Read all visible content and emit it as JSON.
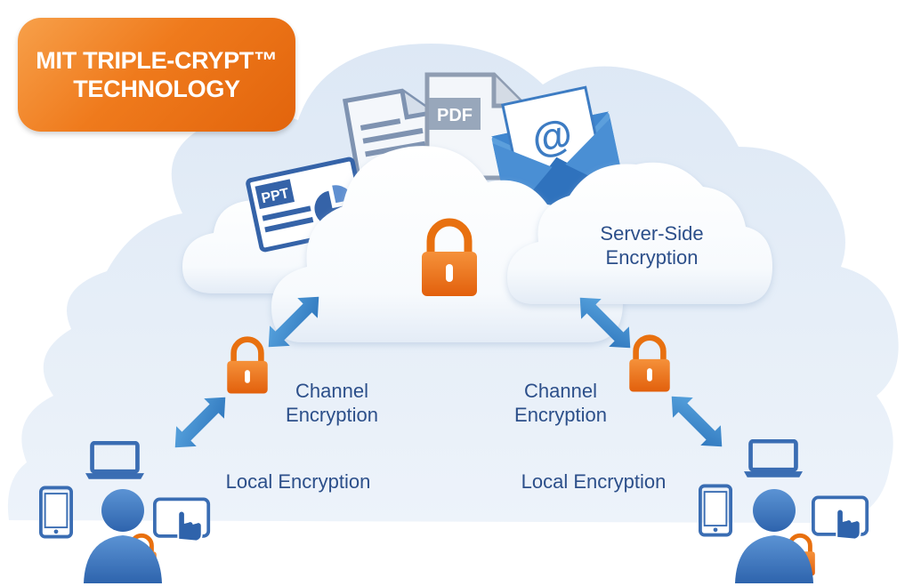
{
  "badge": {
    "line1": "MIT TRIPLE-CRYPT™",
    "line2": "TECHNOLOGY"
  },
  "documents": {
    "ppt": "PPT",
    "pdf": "PDF",
    "email_symbol": "@"
  },
  "labels": {
    "server_side": {
      "line1": "Server-Side",
      "line2": "Encryption"
    },
    "channel_left": {
      "line1": "Channel",
      "line2": "Encryption"
    },
    "channel_right": {
      "line1": "Channel",
      "line2": "Encryption"
    },
    "local_left": "Local Encryption",
    "local_right": "Local Encryption"
  },
  "icons": [
    "cloud-icon",
    "padlock-icon",
    "ppt-document-icon",
    "text-document-icon",
    "pdf-document-icon",
    "email-envelope-icon",
    "double-arrow-icon",
    "laptop-icon",
    "smartphone-icon",
    "tablet-touch-icon",
    "user-icon"
  ],
  "colors": {
    "badge_orange": "#ef7a1c",
    "lock_orange": "#ee7418",
    "label_blue": "#2c4f8a",
    "arrow_blue": "#3d8ccf",
    "device_blue": "#3a6db3",
    "cloud_back": "#e6eef8",
    "cloud_white": "#fdfeff"
  }
}
